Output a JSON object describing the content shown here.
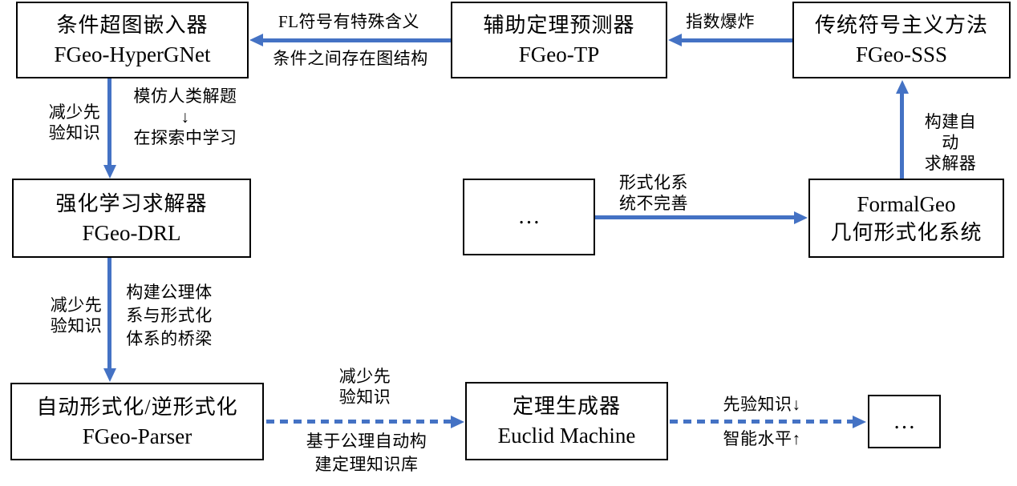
{
  "diagram": {
    "colors": {
      "arrow": "#4472C4",
      "border": "#000000",
      "background": "#ffffff",
      "text": "#000000"
    },
    "boxes": {
      "hypergnet": {
        "line1": "条件超图嵌入器",
        "line2": "FGeo-HyperGNet"
      },
      "tp": {
        "line1": "辅助定理预测器",
        "line2": "FGeo-TP"
      },
      "sss": {
        "line1": "传统符号主义方法",
        "line2": "FGeo-SSS"
      },
      "drl": {
        "line1": "强化学习求解器",
        "line2": "FGeo-DRL"
      },
      "ellipsis_mid": {
        "line1": "…"
      },
      "formalgeo": {
        "line1": "FormalGeo",
        "line2": "几何形式化系统"
      },
      "parser": {
        "line1": "自动形式化/逆形式化",
        "line2": "FGeo-Parser"
      },
      "euclid": {
        "line1": "定理生成器",
        "line2": "Euclid Machine"
      },
      "ellipsis_end": {
        "line1": "…"
      }
    },
    "labels": {
      "fl_special": "FL符号有特殊含义",
      "graph_structure": "条件之间存在图结构",
      "exponential": "指数爆炸",
      "reduce_prior_1": "减少先\n验知识",
      "imitate_human": "模仿人类解题\n↓\n在探索中学习",
      "build_solver": "构建自动\n求解器",
      "formal_incomplete": "形式化系\n统不完善",
      "reduce_prior_2": "减少先\n验知识",
      "axiom_bridge": "构建公理体\n系与形式化\n体系的桥梁",
      "reduce_prior_3": "减少先\n验知识",
      "axiom_build_kb": "基于公理自动构\n建定理知识库",
      "prior_down": "先验知识↓",
      "intel_up": "智能水平↑"
    }
  }
}
